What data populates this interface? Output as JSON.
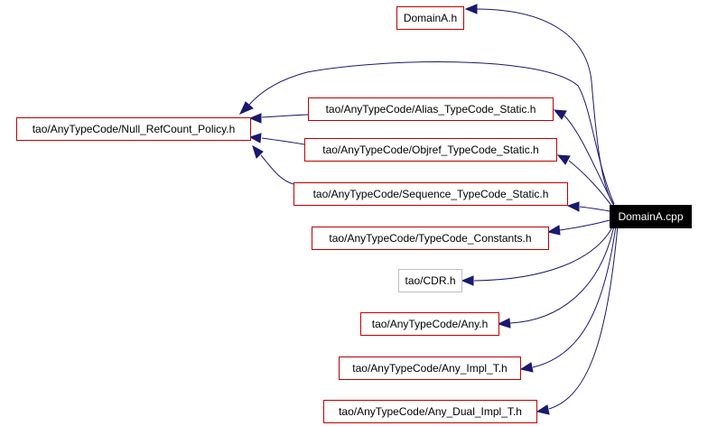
{
  "graph": {
    "root": "DomainA.cpp",
    "nodes": [
      {
        "id": "domaina_h",
        "label": "DomainA.h",
        "style": "normal"
      },
      {
        "id": "null_refcount",
        "label": "tao/AnyTypeCode/Null_RefCount_Policy.h",
        "style": "normal"
      },
      {
        "id": "alias",
        "label": "tao/AnyTypeCode/Alias_TypeCode_Static.h",
        "style": "normal"
      },
      {
        "id": "objref",
        "label": "tao/AnyTypeCode/Objref_TypeCode_Static.h",
        "style": "normal"
      },
      {
        "id": "sequence",
        "label": "tao/AnyTypeCode/Sequence_TypeCode_Static.h",
        "style": "normal"
      },
      {
        "id": "constants",
        "label": "tao/AnyTypeCode/TypeCode_Constants.h",
        "style": "normal"
      },
      {
        "id": "cdr",
        "label": "tao/CDR.h",
        "style": "gray"
      },
      {
        "id": "any",
        "label": "tao/AnyTypeCode/Any.h",
        "style": "normal"
      },
      {
        "id": "any_impl",
        "label": "tao/AnyTypeCode/Any_Impl_T.h",
        "style": "normal"
      },
      {
        "id": "any_dual",
        "label": "tao/AnyTypeCode/Any_Dual_Impl_T.h",
        "style": "normal"
      }
    ],
    "edges": [
      {
        "from": "root",
        "to": "domaina_h"
      },
      {
        "from": "root",
        "to": "null_refcount"
      },
      {
        "from": "root",
        "to": "alias"
      },
      {
        "from": "root",
        "to": "objref"
      },
      {
        "from": "root",
        "to": "sequence"
      },
      {
        "from": "root",
        "to": "constants"
      },
      {
        "from": "root",
        "to": "cdr"
      },
      {
        "from": "root",
        "to": "any"
      },
      {
        "from": "root",
        "to": "any_impl"
      },
      {
        "from": "root",
        "to": "any_dual"
      },
      {
        "from": "alias",
        "to": "null_refcount"
      },
      {
        "from": "objref",
        "to": "null_refcount"
      },
      {
        "from": "sequence",
        "to": "null_refcount"
      }
    ]
  }
}
